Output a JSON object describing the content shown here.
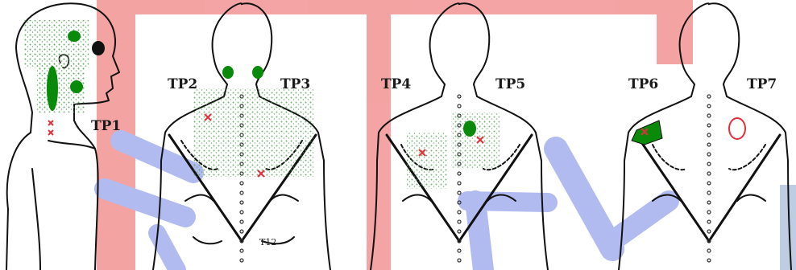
{
  "labels": {
    "tp1": "TP1",
    "tp2": "TP2",
    "tp3": "TP3",
    "tp4": "TP4",
    "tp5": "TP5",
    "tp6": "TP6",
    "tp7": "TP7",
    "t12": "T12"
  },
  "colors": {
    "watermark": "#f08c8c",
    "watermark_blue": "#a9b4ee",
    "body_line": "#111111",
    "referred_pain": "#3a8a3a",
    "trigger_point": "#0a8a0a",
    "x_mark": "#e0303a",
    "circle_mark": "#e0303a"
  },
  "icons": {
    "x_marker": "x-mark",
    "circle_marker": "circle-mark",
    "dots": "stipple-dots"
  }
}
